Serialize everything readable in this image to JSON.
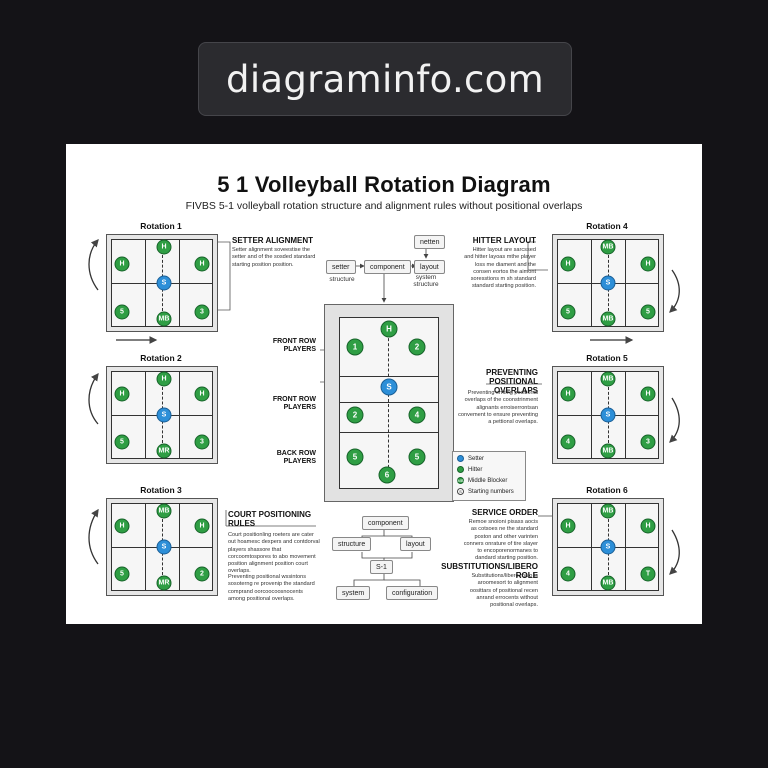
{
  "banner": {
    "text": "diagraminfo.com"
  },
  "title": "5 1 Volleyball Rotation Diagram",
  "subtitle": "FIVBS 5-1 volleyball rotation structure and alignment rules without positional overlaps",
  "rotations": [
    {
      "label": "Rotation 1",
      "players": [
        "H",
        "H",
        "S",
        "H",
        "5",
        "MB",
        "3"
      ]
    },
    {
      "label": "Rotation 2",
      "players": [
        "H",
        "H",
        "S",
        "H",
        "5",
        "MR",
        "3"
      ]
    },
    {
      "label": "Rotation 3",
      "players": [
        "H",
        "MB",
        "S",
        "H",
        "5",
        "MR",
        "2"
      ]
    },
    {
      "label": "Rotation 4",
      "players": [
        "H",
        "MB",
        "S",
        "H",
        "5",
        "MB",
        "5"
      ]
    },
    {
      "label": "Rotation 5",
      "players": [
        "H",
        "MB",
        "S",
        "H",
        "4",
        "MB",
        "3"
      ]
    },
    {
      "label": "Rotation 6",
      "players": [
        "H",
        "MB",
        "S",
        "H",
        "4",
        "MB",
        "T"
      ]
    }
  ],
  "sections": {
    "setter_alignment": {
      "heading": "SETTER ALIGNMENT",
      "text": "Setter alignment soveestise the setter and of the sosded standard starting position position."
    },
    "court_positioning": {
      "heading": "COURT POSITIONING RULES",
      "text1": "Court positionling roeters are cater out hoamesc dexpers and contdorval players shassore that corcoomtospores to abo movement position alignment position court overlaps.",
      "text2": "Preventing positional wssintons sosoterng re provenip the standard comprand oorcoocoosnocents among positional overlaps."
    },
    "hitter_layout": {
      "heading": "HITTER LAYOUT",
      "text": "Hitter layout are sarcssed and hitter layoas mthe player loss me diament and the consen eortos the aimont soresstions m sh standard standard starting position."
    },
    "preventing": {
      "heading": "PREVENTING POSITIONAL OVERLAPS",
      "text": "Preventing emting positional overlaps of the coonstrinment alignants erroiserrontsan convement to ensure preventing a pettionsl overlaps."
    },
    "service_order": {
      "heading": "SERVICE ORDER",
      "text": "Remoe snoioni pisass aocis as cotsoes ne the standard poston and other varinten conners onrature of tire slayer to encoporenormanes to dandard starting position."
    },
    "substitutions": {
      "heading": "SUBSTITUTIONS/LIBERO ROLE",
      "text": "Substitutions/libero maio is aroomesort to alignment oosittars of positional recen anrand errocents without positional overlaps."
    }
  },
  "flow_top": {
    "setter": "setter",
    "component": "component",
    "layout": "layout",
    "netten": "netten",
    "cap_structure": "structure",
    "cap_system": "system structure"
  },
  "flow_bottom": {
    "component": "component",
    "structure": "structure",
    "layout": "layout",
    "s1": "S-1",
    "system": "system",
    "configuration": "configuration"
  },
  "row_labels": {
    "front1": "FRONT ROW PLAYERS",
    "front2": "FRONT ROW PLAYERS",
    "back": "BACK ROW PLAYERS"
  },
  "main_court": {
    "players": [
      "H",
      "1",
      "2",
      "S",
      "2",
      "4",
      "5",
      "5",
      "6"
    ]
  },
  "legend": {
    "setter": "Setter",
    "hitter": "Hitter",
    "mb": "Middle Blocker",
    "starting": "Starting numbers",
    "mb_glyph": "MB",
    "starting_glyph": "S"
  },
  "colors": {
    "setter": "#2d8fd8",
    "hitter": "#2f9e44",
    "background": "#141317"
  }
}
